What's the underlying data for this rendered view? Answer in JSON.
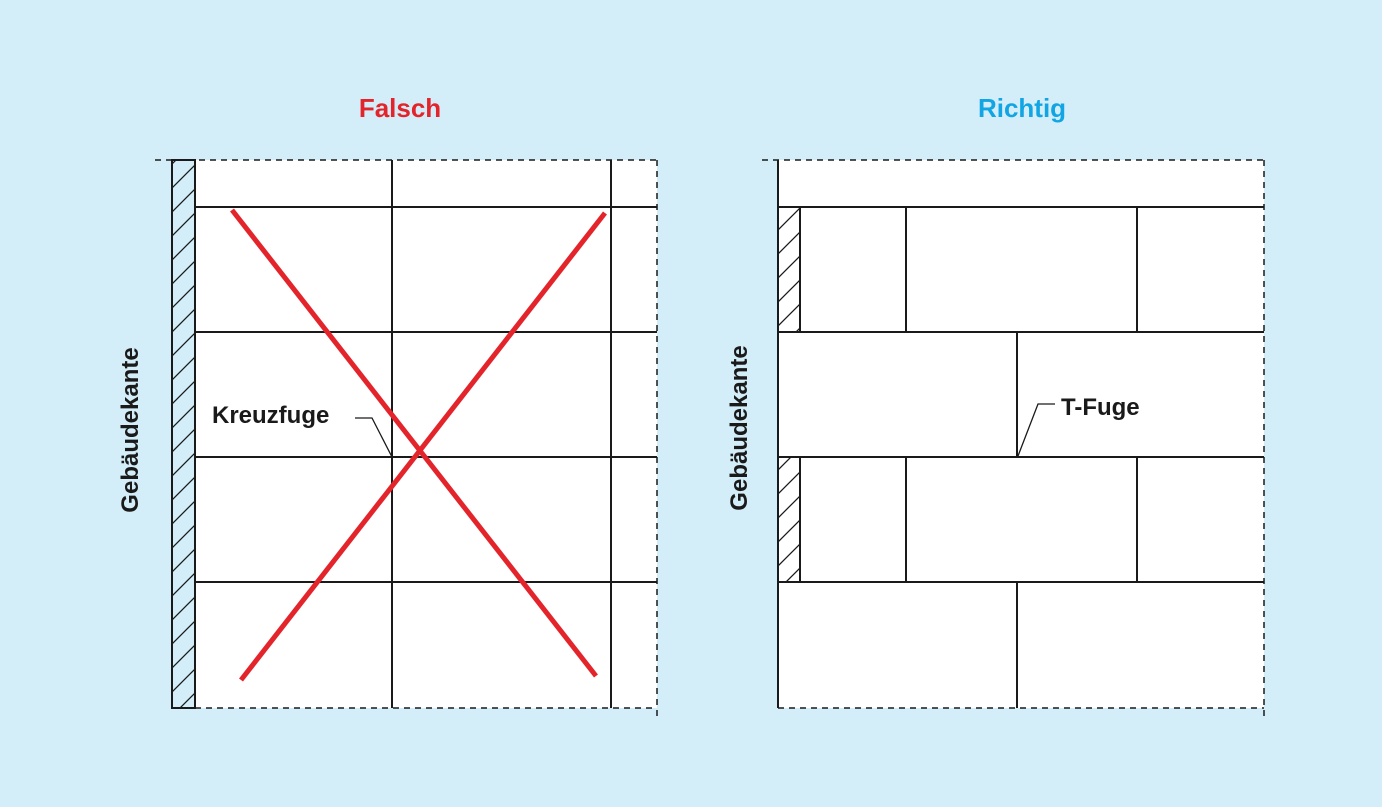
{
  "colors": {
    "background": "#d3eef9",
    "wrong": "#e3242b",
    "right": "#11a5e3",
    "line": "#1a1a1a",
    "panel": "#ffffff"
  },
  "panels": {
    "wrong": {
      "heading": "Falsch",
      "edge_label": "Gebäudekante",
      "joint_label": "Kreuzfuge"
    },
    "right": {
      "heading": "Richtig",
      "edge_label": "Gebäudekante",
      "joint_label": "T-Fuge"
    }
  }
}
